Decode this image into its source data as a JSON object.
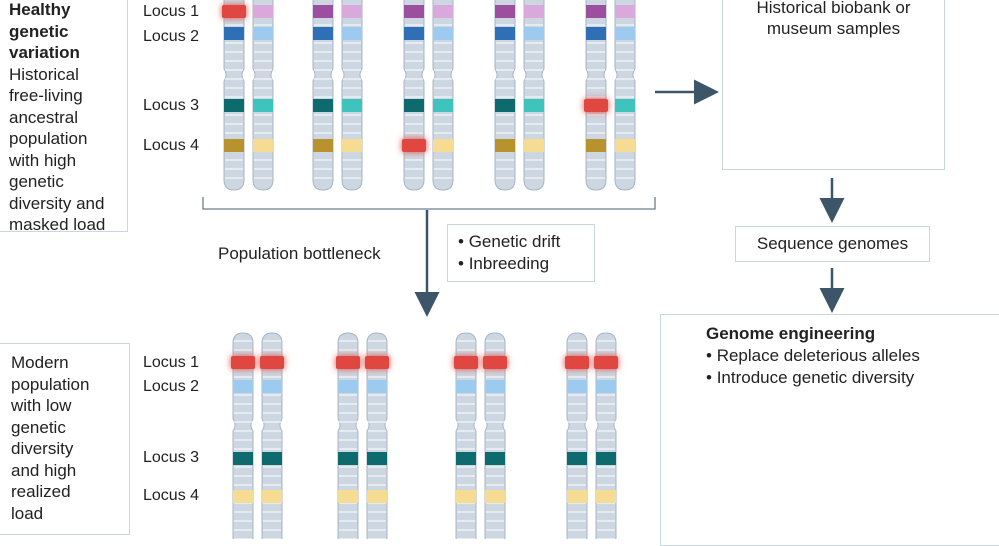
{
  "top_left_box": {
    "title_line_1": "Healthy",
    "title_line_2": "genetic",
    "title_line_3": "variation",
    "desc": [
      "Historical",
      "free-living",
      "ancestral",
      "population",
      "with high",
      "genetic",
      "diversity and",
      "masked load"
    ]
  },
  "bottom_left_box": {
    "desc": [
      "Modern",
      "population",
      "with low",
      "genetic",
      "diversity",
      "and high",
      "realized",
      "load"
    ]
  },
  "loci": [
    "Locus 1",
    "Locus 2",
    "Locus 3",
    "Locus 4"
  ],
  "bottleneck_label": "Population bottleneck",
  "drivers": [
    "Genetic drift",
    "Inbreeding"
  ],
  "biobank": {
    "line1": "Historical biobank or",
    "line2": "museum samples"
  },
  "sequence_label": "Sequence genomes",
  "engineering": {
    "title": "Genome engineering",
    "items": [
      "Replace deleterious alleles",
      "Introduce genetic diversity"
    ]
  },
  "colors": {
    "locus1_dark": "#9b4f9e",
    "locus1_light": "#d9a9dc",
    "locus2_dark": "#2e6fb5",
    "locus2_light": "#9dcbef",
    "locus3_dark": "#0d6b6e",
    "locus3_light": "#3fc3bd",
    "locus4_dark": "#b8922f",
    "locus4_light": "#f5dc92",
    "deleterious": "#e0473f",
    "chromosome": "#cdd7e1",
    "box_border": "#c9d7df",
    "arrow": "#3d5568"
  }
}
